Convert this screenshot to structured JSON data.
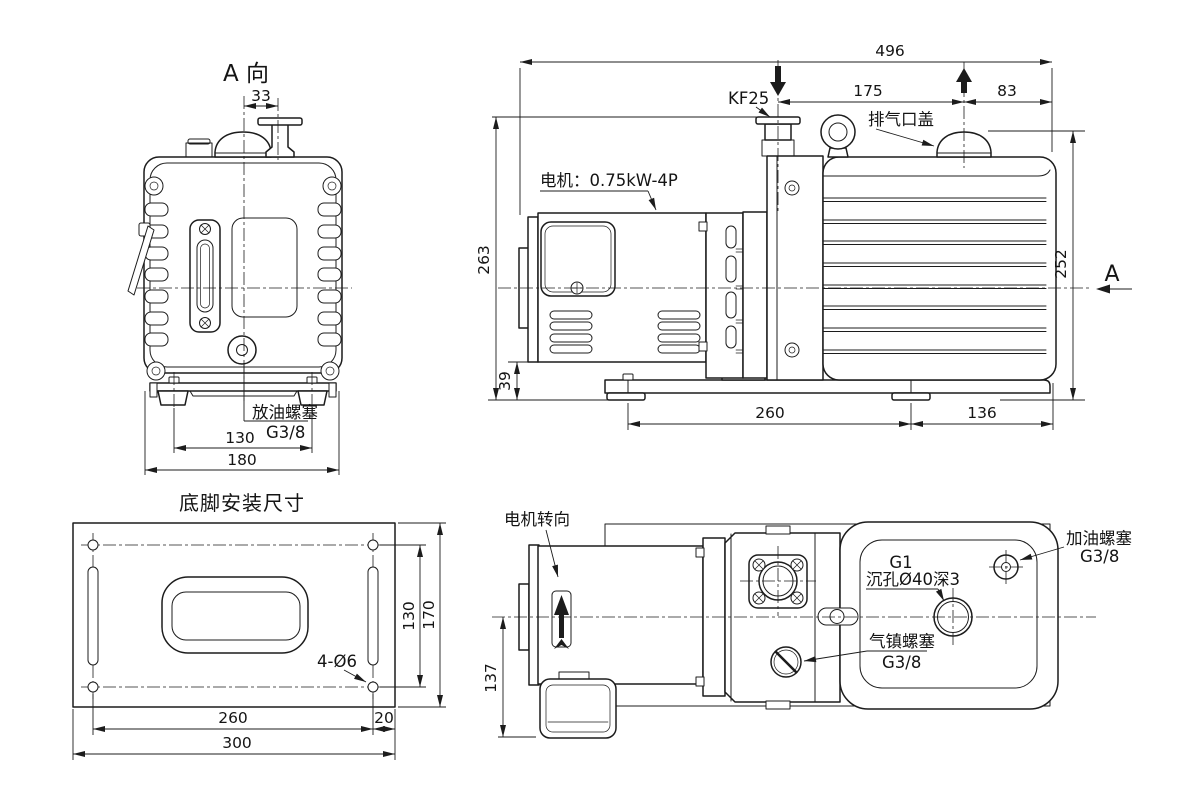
{
  "front_view": {
    "title": "A 向",
    "dims": {
      "inlet_offset": "33",
      "foot_bolt_span": "130",
      "body_width": "180"
    },
    "labels": {
      "drain_plug": "放油螺塞",
      "drain_thread": "G3/8"
    }
  },
  "side_view": {
    "dims": {
      "overall_length": "496",
      "inlet_to_exhaust": "175",
      "exhaust_to_end": "83",
      "inlet_height": "263",
      "body_height": "252",
      "underside_gap": "39",
      "foot_span": "260",
      "foot_to_end": "136"
    },
    "labels": {
      "inlet_flange": "KF25",
      "exhaust_cover": "排气口盖",
      "motor_spec": "电机：0.75kW-4P",
      "view_arrow": "A"
    }
  },
  "base_view": {
    "title": "底脚安装尺寸",
    "dims": {
      "hole_span_depth": "130",
      "plate_depth": "170",
      "hole_span_length": "260",
      "hole_end_offset": "20",
      "plate_length": "300"
    },
    "labels": {
      "mounting_holes": "4-Ø6"
    }
  },
  "top_view": {
    "dims": {
      "motor_center_to_box": "137"
    },
    "labels": {
      "rotation": "电机转向",
      "center_port": "G1",
      "counterbore": "沉孔Ø40深3",
      "fill_plug": "加油螺塞",
      "fill_thread": "G3/8",
      "ballast_plug": "气镇螺塞",
      "ballast_thread": "G3/8"
    }
  },
  "colors": {
    "line": "#1c1c1c",
    "background": "#ffffff"
  }
}
